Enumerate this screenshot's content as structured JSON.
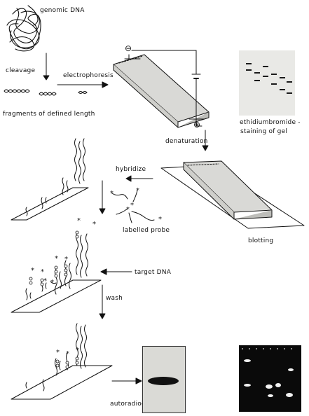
{
  "labels": {
    "genomic_dna": "genomic DNA",
    "cleavage": "cleavage",
    "electrophoresis": "electrophoresis",
    "fragments": "fragments of defined length",
    "ethidium_line1": "ethidiumbromide -",
    "ethidium_line2": "staining of gel",
    "denaturation": "denaturation",
    "hybridize": "hybridize",
    "labelled_probe": "labelled probe",
    "blotting": "blotting",
    "target_dna": "target DNA",
    "wash": "wash",
    "autoradiography": "autoradiography"
  },
  "electrode_symbols": {
    "negative": "⊖",
    "positive": "⊕"
  },
  "colors": {
    "ink": "#111111",
    "gel_face": "#d9d9d6",
    "photo_light": "#e9e9e6",
    "photo_dark": "#0a0a0a",
    "band": "#1a1a1a"
  }
}
